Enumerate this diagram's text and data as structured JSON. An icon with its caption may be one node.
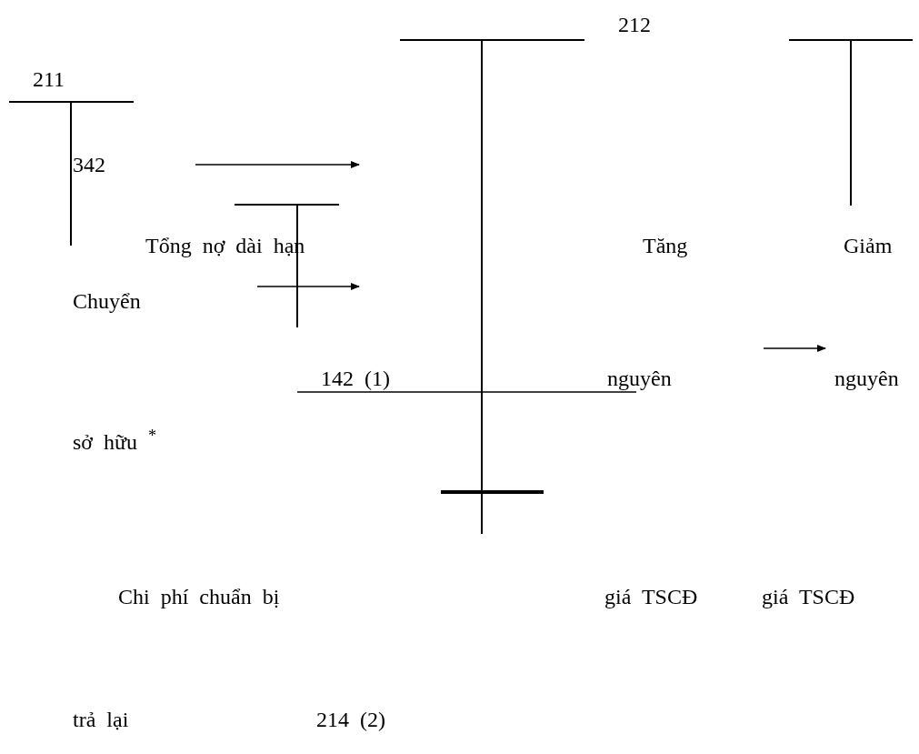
{
  "diagram": {
    "labels": [
      "212",
      "211",
      "342",
      "Tổng nợ dài hạn",
      "Tăng",
      "Giảm",
      "Chuyển",
      "142 (1)",
      "nguyên",
      "nguyên",
      "sở hữu $^{*}$",
      "Chi phí chuẩn bị",
      "giá TSCĐ",
      "giá TSCĐ",
      "trả lại",
      "214 (2)"
    ]
  }
}
